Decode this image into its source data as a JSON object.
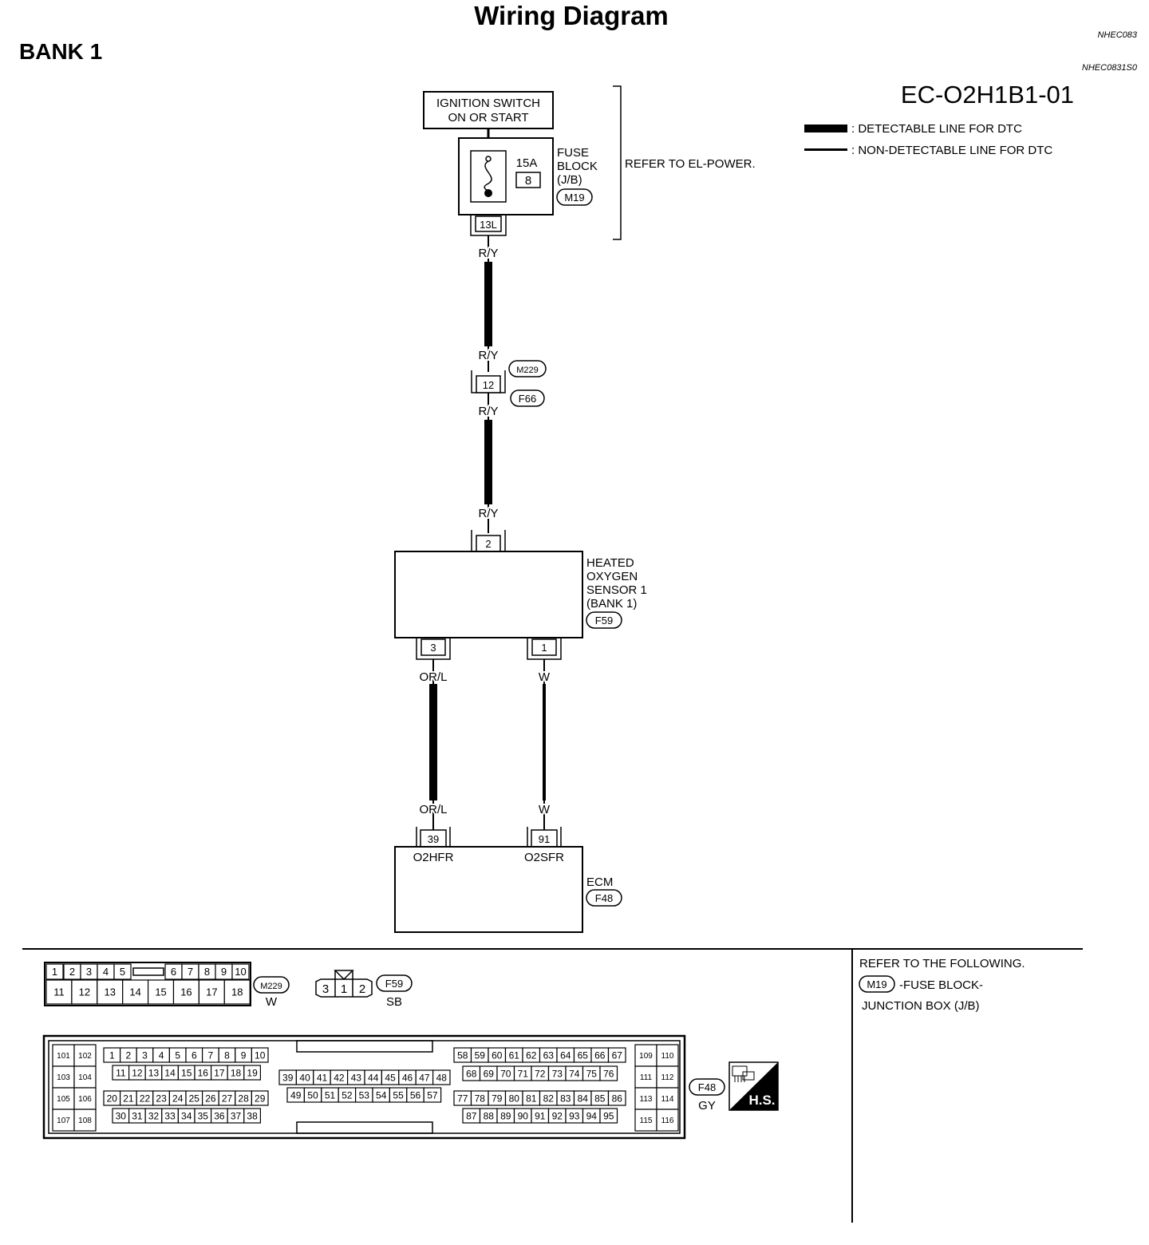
{
  "header": {
    "title": "Wiring Diagram",
    "bank": "BANK 1",
    "ref_code_1": "NHEC083",
    "ref_code_2": "NHEC0831S0",
    "diagram_code": "EC-O2H1B1-01"
  },
  "legend": {
    "detectable": ": DETECTABLE LINE FOR DTC",
    "non_detectable": ": NON-DETECTABLE LINE FOR DTC"
  },
  "ignition": {
    "line1": "IGNITION SWITCH",
    "line2": "ON OR START"
  },
  "fuse_block": {
    "label1": "FUSE",
    "label2": "BLOCK",
    "label3": "(J/B)",
    "connector": "M19",
    "amp": "15A",
    "fuse_no": "8",
    "terminal": "13L",
    "note": "REFER TO EL-POWER."
  },
  "wires": {
    "w1_top": "R/Y",
    "w1_bottom": "R/Y",
    "w2_top": "R/Y",
    "w2_bottom": "R/Y",
    "left_top": "OR/L",
    "left_bottom": "OR/L",
    "right_top": "W",
    "right_bottom": "W"
  },
  "joint": {
    "terminal": "12",
    "conn_top": "M229",
    "conn_bottom": "F66"
  },
  "sensor": {
    "label1": "HEATED",
    "label2": "OXYGEN",
    "label3": "SENSOR 1",
    "label4": "(BANK 1)",
    "connector": "F59",
    "pin_top": "2",
    "pin_left": "3",
    "pin_right": "1"
  },
  "ecm": {
    "label": "ECM",
    "connector": "F48",
    "pin_left": "39",
    "pin_right": "91",
    "sig_left": "O2HFR",
    "sig_right": "O2SFR"
  },
  "connector_views": {
    "m229": {
      "id": "M229",
      "color": "W",
      "top": [
        "1",
        "2",
        "3",
        "4",
        "5",
        "6",
        "7",
        "8",
        "9",
        "10"
      ],
      "bottom": [
        "11",
        "12",
        "13",
        "14",
        "15",
        "16",
        "17",
        "18"
      ]
    },
    "f59": {
      "id": "F59",
      "color": "SB",
      "pins": [
        "3",
        "1",
        "2"
      ]
    },
    "f48": {
      "id": "F48",
      "color": "GY",
      "left_grid": [
        "101",
        "102",
        "103",
        "104",
        "105",
        "106",
        "107",
        "108"
      ],
      "right_grid": [
        "109",
        "110",
        "111",
        "112",
        "113",
        "114",
        "115",
        "116"
      ],
      "b1_r1": [
        "1",
        "2",
        "3",
        "4",
        "5",
        "6",
        "7",
        "8",
        "9",
        "10"
      ],
      "b1_r2": [
        "11",
        "12",
        "13",
        "14",
        "15",
        "16",
        "17",
        "18",
        "19"
      ],
      "b1_r3": [
        "20",
        "21",
        "22",
        "23",
        "24",
        "25",
        "26",
        "27",
        "28",
        "29"
      ],
      "b1_r4": [
        "30",
        "31",
        "32",
        "33",
        "34",
        "35",
        "36",
        "37",
        "38"
      ],
      "b2_r1": [
        "39",
        "40",
        "41",
        "42",
        "43",
        "44",
        "45",
        "46",
        "47",
        "48"
      ],
      "b2_r2": [
        "49",
        "50",
        "51",
        "52",
        "53",
        "54",
        "55",
        "56",
        "57"
      ],
      "b3_r1": [
        "58",
        "59",
        "60",
        "61",
        "62",
        "63",
        "64",
        "65",
        "66",
        "67"
      ],
      "b3_r2": [
        "68",
        "69",
        "70",
        "71",
        "72",
        "73",
        "74",
        "75",
        "76"
      ],
      "b3_r3": [
        "77",
        "78",
        "79",
        "80",
        "81",
        "82",
        "83",
        "84",
        "85",
        "86"
      ],
      "b3_r4": [
        "87",
        "88",
        "89",
        "90",
        "91",
        "92",
        "93",
        "94",
        "95"
      ]
    }
  },
  "badge": {
    "text": "H.S."
  },
  "refer_panel": {
    "line1": "REFER TO THE FOLLOWING.",
    "connector": "M19",
    "line2": "-FUSE BLOCK-",
    "line3": "JUNCTION BOX (J/B)"
  }
}
